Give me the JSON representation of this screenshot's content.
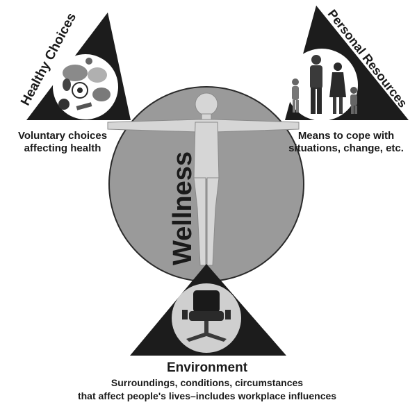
{
  "center": {
    "label": "Wellness"
  },
  "healthy_choices": {
    "title": "Healthy Choices",
    "description_line1": "Voluntary choices",
    "description_line2": "affecting health"
  },
  "personal_resources": {
    "title": "Personal Resources",
    "description_line1": "Means to cope with",
    "description_line2": "situations, change, etc."
  },
  "environment": {
    "title": "Environment",
    "description_line1": "Surroundings, conditions, circumstances",
    "description_line2": "that affect people's lives–includes workplace influences"
  },
  "colors": {
    "triangle": "#1c1c1c",
    "circle": "#9a9a9a",
    "figure": "#d6d6d6",
    "inset": "#ffffff"
  }
}
